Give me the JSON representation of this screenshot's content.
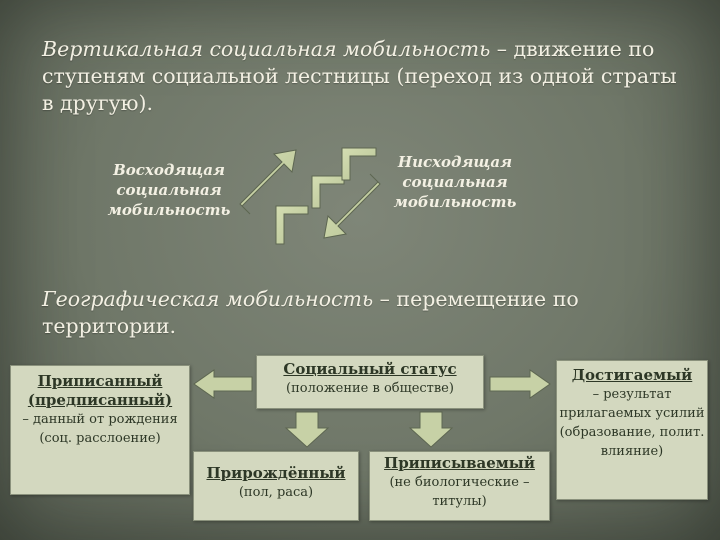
{
  "vertical": {
    "term": "Вертикальная социальная мобильность",
    "definition": " – движение по ступеням социальной лестницы (переход из одной страты в другую)."
  },
  "ascending_label": "Восходящая социальная мобильность",
  "descending_label": "Нисходящая социальная мобильность",
  "geographic": {
    "term": "Географическая мобильность",
    "definition": " – перемещение по территории."
  },
  "status_box": {
    "title": "Социальный статус",
    "note": "(положение в обществе)"
  },
  "ascribed_box": {
    "title": "Приписанный (предписанный)",
    "note": "– данный от рождения (соц. расслоение)"
  },
  "achieved_box": {
    "title": "Достигаемый",
    "note": "– результат прилагаемых усилий (образование, полит. влияние)"
  },
  "innate_box": {
    "title": "Прирождённый",
    "note": "(пол, раса)"
  },
  "assigned_box": {
    "title": "Приписываемый",
    "note": "(не биологические – титулы)"
  },
  "colors": {
    "background": "#6e7566",
    "box_fill": "#d3d8bf",
    "arrow_fill": "#c7d1a6",
    "text_light": "#f3f0e3",
    "text_dark": "#2d3726"
  }
}
